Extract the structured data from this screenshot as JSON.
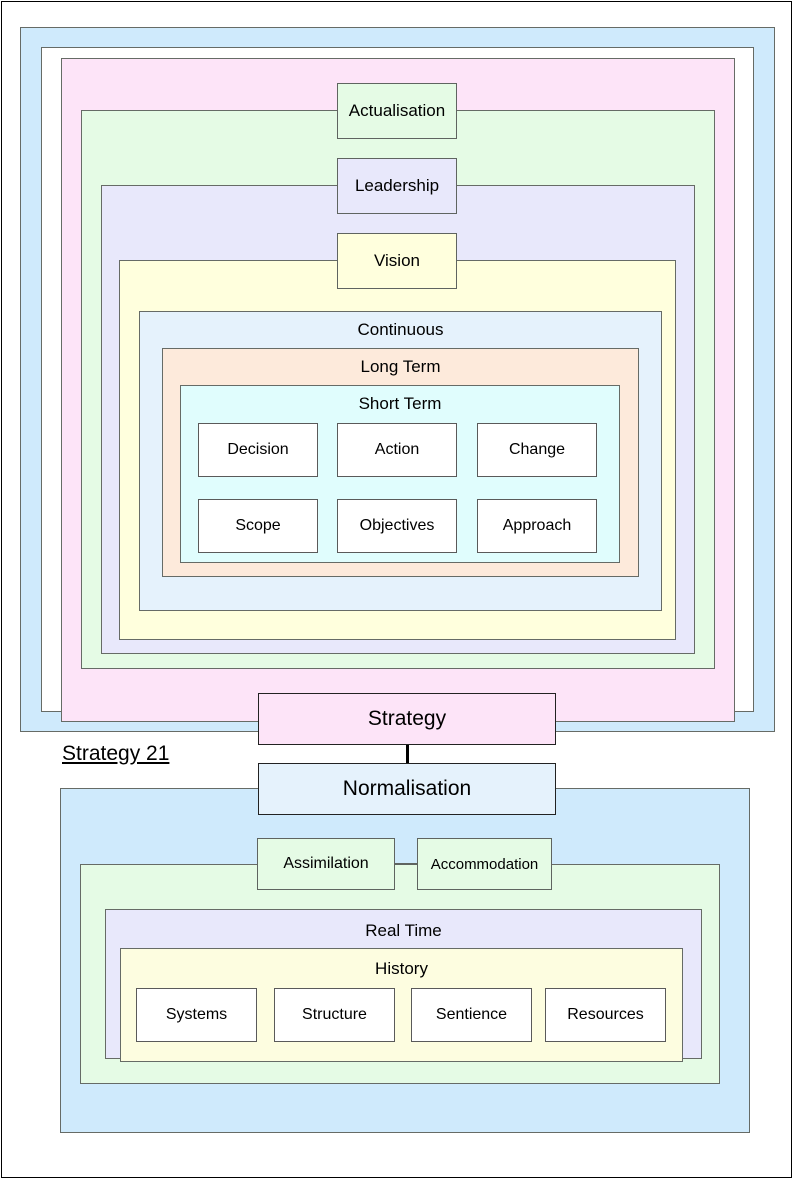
{
  "diagram": {
    "title": "Strategy 21",
    "corner_label": "Strategy 21"
  },
  "colors": {
    "outer_blue": "#cfeafc",
    "pink": "#fde4f8",
    "mint": "#e5fbe5",
    "lavender": "#e8e8fb",
    "pale_yellow": "#ffffdd",
    "pale_blue": "#e5f2fc",
    "peach": "#fdeadb",
    "ice": "#e0fdfd",
    "cream": "#fdfde0",
    "white": "#ffffff",
    "border": "#666b66",
    "text": "#000000"
  },
  "top_half": {
    "layers": [
      {
        "name": "outer-blue-frame",
        "label": ""
      },
      {
        "name": "white-gap-frame",
        "label": ""
      },
      {
        "name": "pink-strategy-layer",
        "label": ""
      },
      {
        "name": "mint-actualisation-layer",
        "label": ""
      },
      {
        "name": "lavender-leadership-layer",
        "label": ""
      },
      {
        "name": "yellow-vision-layer",
        "label": ""
      },
      {
        "name": "blue-continuous-layer",
        "label": "Continuous"
      },
      {
        "name": "peach-longterm-layer",
        "label": "Long Term"
      },
      {
        "name": "ice-shortterm-layer",
        "label": "Short Term"
      }
    ],
    "straddle_nodes": [
      {
        "name": "actualisation",
        "label": "Actualisation"
      },
      {
        "name": "leadership",
        "label": "Leadership"
      },
      {
        "name": "vision",
        "label": "Vision"
      },
      {
        "name": "strategy",
        "label": "Strategy"
      }
    ],
    "short_term_items": [
      {
        "label": "Decision"
      },
      {
        "label": "Action"
      },
      {
        "label": "Change"
      },
      {
        "label": "Scope"
      },
      {
        "label": "Objectives"
      },
      {
        "label": "Approach"
      }
    ]
  },
  "bottom_half": {
    "layers": [
      {
        "name": "blue-normalisation-layer",
        "label": ""
      },
      {
        "name": "mint-assimilation-layer",
        "label": ""
      },
      {
        "name": "lavender-realtime-layer",
        "label": "Real Time"
      },
      {
        "name": "cream-history-layer",
        "label": "History"
      }
    ],
    "straddle_nodes": [
      {
        "name": "normalisation",
        "label": "Normalisation"
      },
      {
        "name": "assimilation",
        "label": "Assimilation"
      },
      {
        "name": "accommodation",
        "label": "Accommodation"
      }
    ],
    "history_items": [
      {
        "label": "Systems"
      },
      {
        "label": "Structure"
      },
      {
        "label": "Sentience"
      },
      {
        "label": "Resources"
      }
    ]
  }
}
